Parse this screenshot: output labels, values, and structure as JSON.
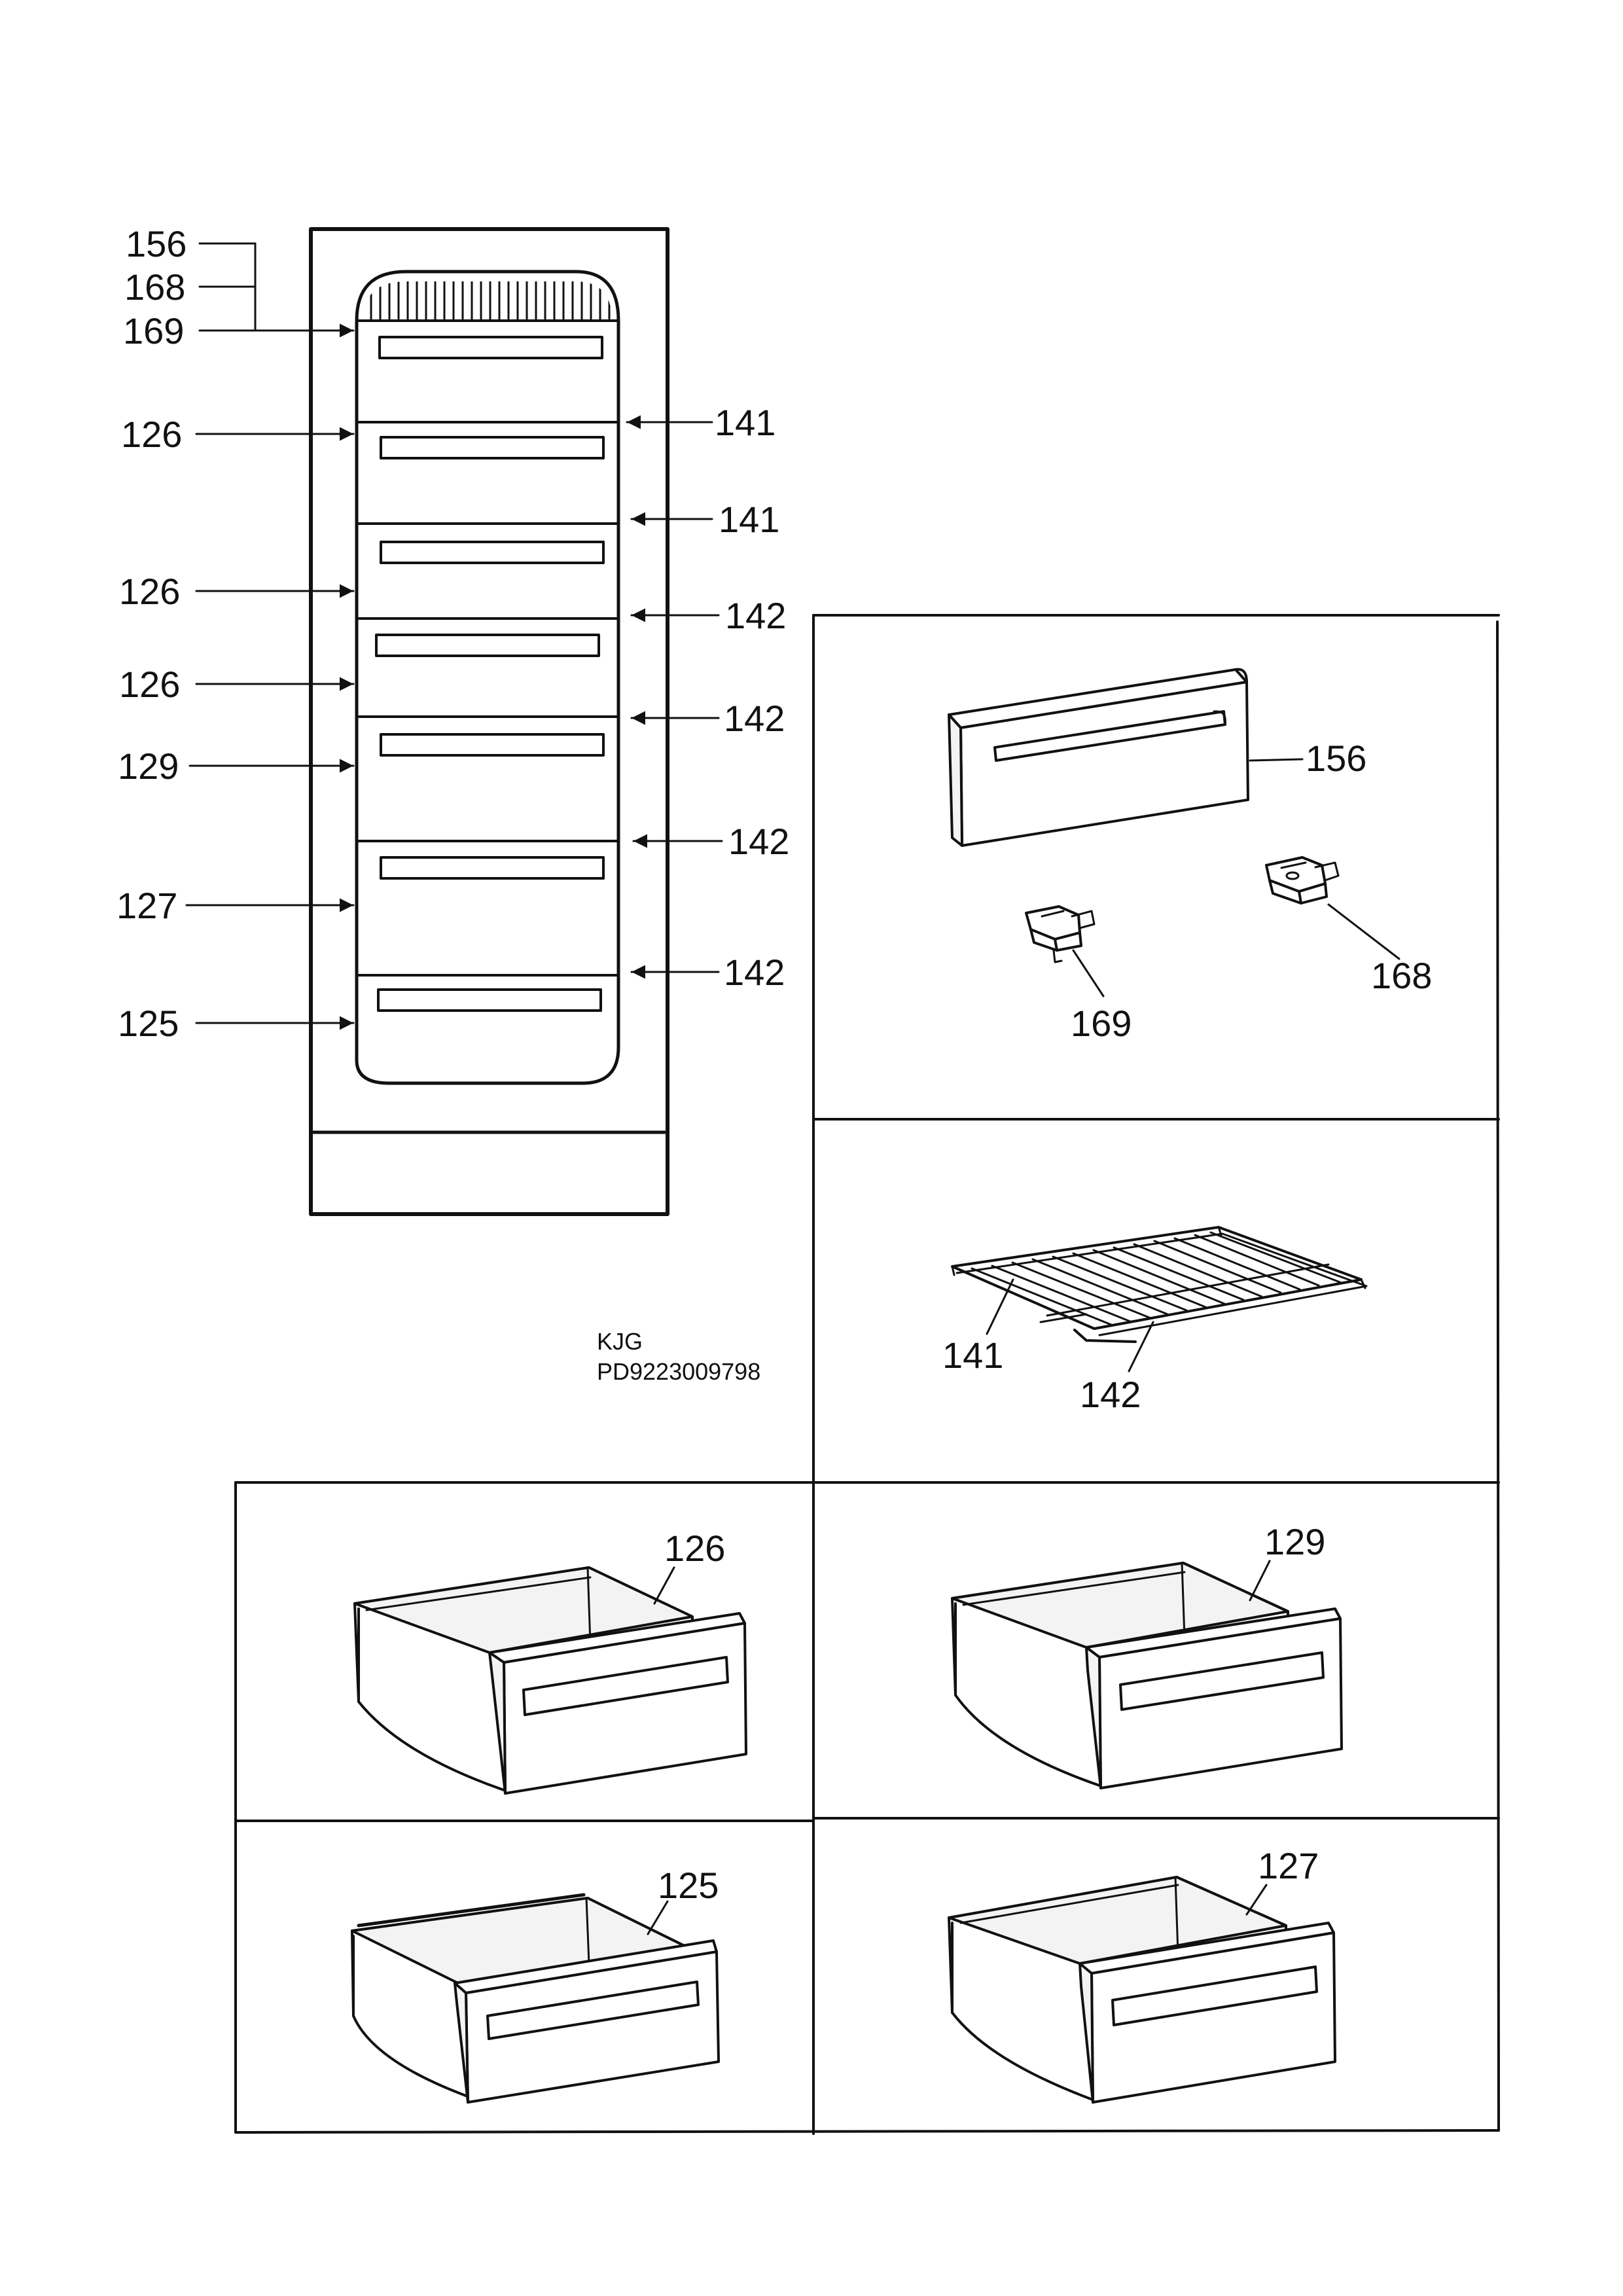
{
  "callouts": {
    "c156": "156",
    "c168": "168",
    "c169": "169",
    "c126": "126",
    "c129": "129",
    "c127": "127",
    "c125": "125",
    "c141": "141",
    "c142": "142"
  },
  "document": {
    "code_line1": "KJG",
    "code_line2": "PD9223009798"
  }
}
